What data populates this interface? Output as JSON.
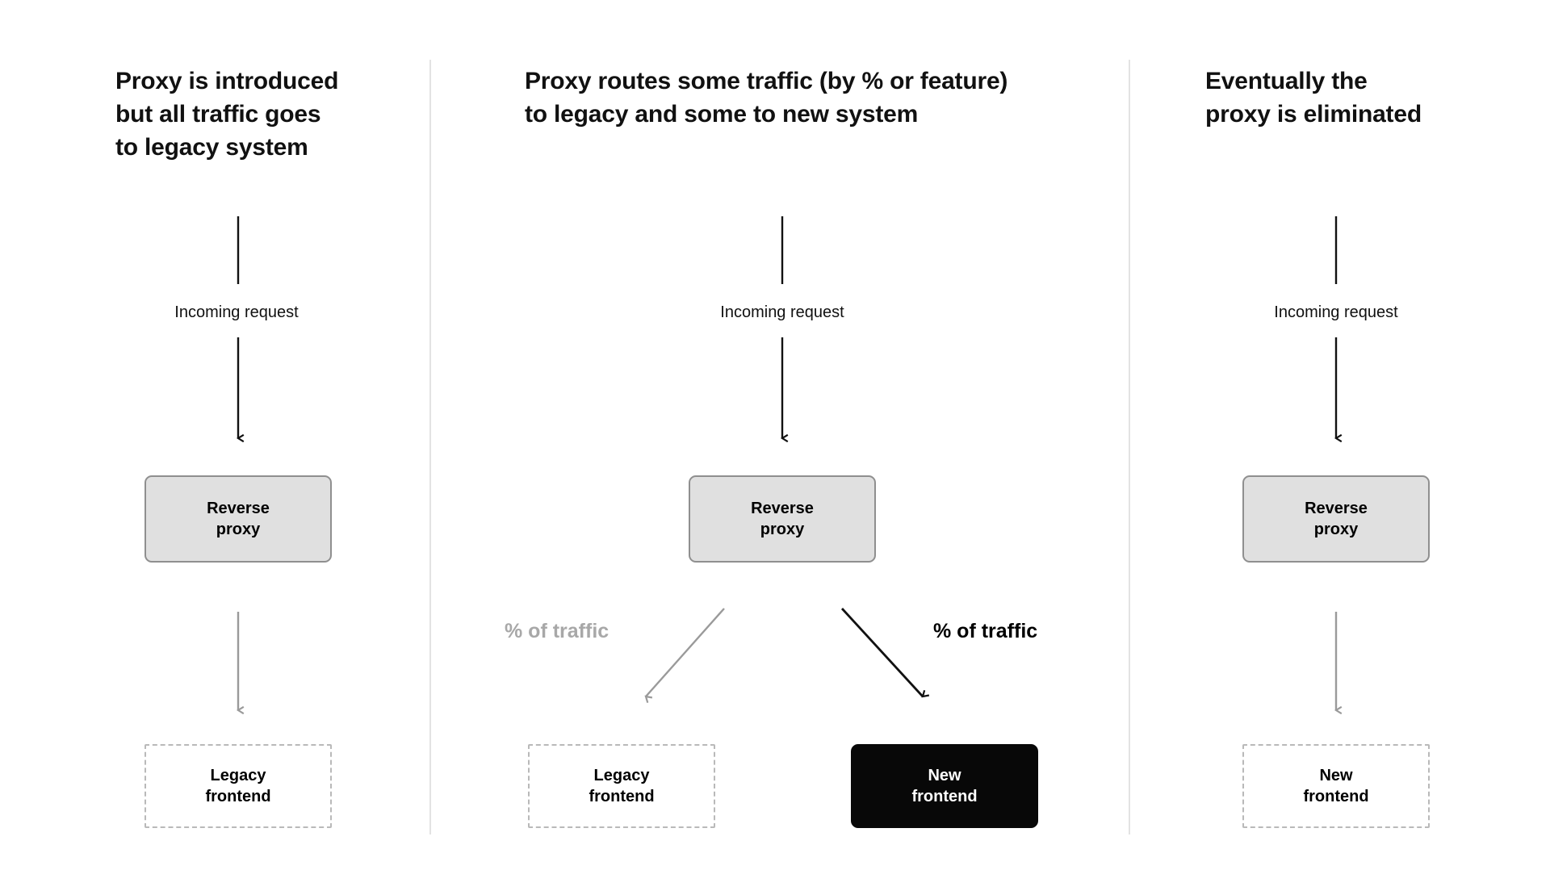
{
  "page": {
    "background": "#ffffff",
    "accent_dark": "#080808",
    "accent_gray": "#a8a8a8",
    "divider_color": "#e3e3e3"
  },
  "columns": [
    {
      "id": "column-1",
      "heading": "Proxy is introduced\nbut all traffic goes\nto legacy system",
      "incoming_label": "Incoming request",
      "proxy_label": "Reverse\nproxy",
      "target_label": "Legacy\nfrontend"
    },
    {
      "id": "column-2",
      "heading": "Proxy routes some traffic (by % or feature)\nto legacy and some to new system",
      "incoming_label": "Incoming request",
      "proxy_label": "Reverse\nproxy",
      "left_traffic_label": "% of traffic",
      "right_traffic_label": "% of traffic",
      "left_target_label": "Legacy\nfrontend",
      "right_target_label": "New\nfrontend"
    },
    {
      "id": "column-3",
      "heading": "Eventually the\nproxy is eliminated",
      "incoming_label": "Incoming request",
      "proxy_label": "Reverse\nproxy",
      "target_label": "New\nfrontend"
    }
  ]
}
